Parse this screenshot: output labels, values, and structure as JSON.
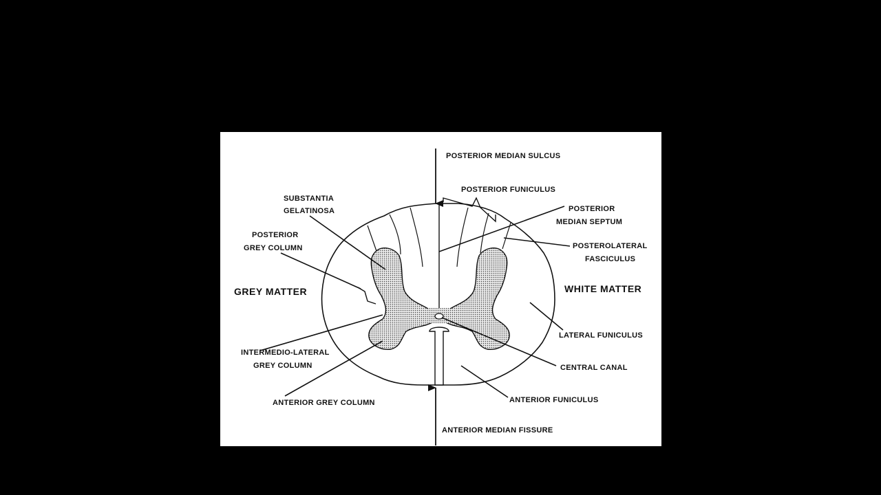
{
  "labels": {
    "posterior_median_sulcus": "POSTERIOR MEDIAN SULCUS",
    "posterior_funiculus": "POSTERIOR FUNICULUS",
    "substantia_1": "SUBSTANTIA",
    "substantia_2": "GELATINOSA",
    "posterior_median_septum_1": "POSTERIOR",
    "posterior_median_septum_2": "MEDIAN SEPTUM",
    "posterior_grey_column_1": "POSTERIOR",
    "posterior_grey_column_2": "GREY COLUMN",
    "posterolateral_1": "POSTEROLATERAL",
    "posterolateral_2": "FASCICULUS",
    "grey_matter": "GREY MATTER",
    "white_matter": "WHITE MATTER",
    "lateral_funiculus": "LATERAL FUNICULUS",
    "intermedio_lateral_1": "INTERMEDIO-LATERAL",
    "intermedio_lateral_2": "GREY COLUMN",
    "central_canal": "CENTRAL CANAL",
    "anterior_grey_column": "ANTERIOR GREY COLUMN",
    "anterior_funiculus": "ANTERIOR FUNICULUS",
    "anterior_median_fissure": "ANTERIOR MEDIAN FISSURE"
  },
  "colors": {
    "background": "#000000",
    "figure": "#ffffff",
    "ink": "#111111",
    "grey_matter_fill": "#d4d4d4"
  }
}
